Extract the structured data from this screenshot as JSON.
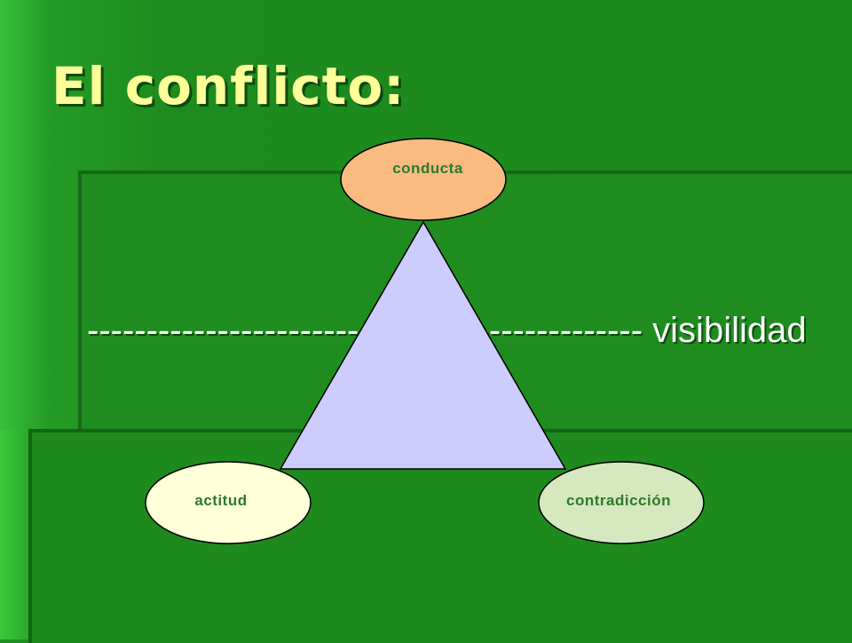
{
  "slide": {
    "title": "El conflicto:",
    "dash_line": "----------------------------------------------- visibilidad"
  },
  "diagram": {
    "nodes": {
      "top": {
        "label": "conducta",
        "fill": "#f9bb80",
        "text_color": "#2b7a2b"
      },
      "left": {
        "label": "actitud",
        "fill": "#ffffd8",
        "text_color": "#2b7a2b"
      },
      "right": {
        "label": "contradicción",
        "fill": "#d5e8bf",
        "text_color": "#2b7a2b"
      }
    },
    "triangle_fill": "#ccccff"
  },
  "colors": {
    "title": "#ffff99",
    "background": "#1f8f1f",
    "outline": "#000000"
  }
}
